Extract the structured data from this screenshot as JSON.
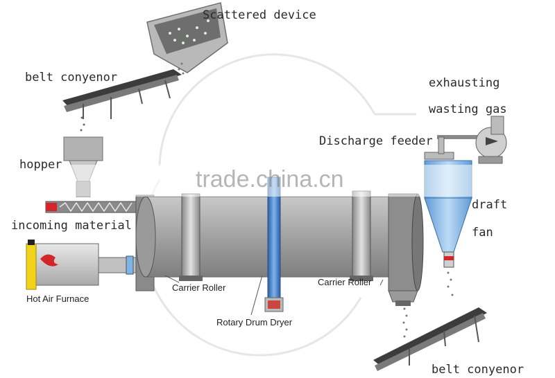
{
  "labels": {
    "scattered_device": "Scattered device",
    "belt_conveyor_top": "belt conyenor",
    "hopper": "hopper",
    "incoming_material": "incoming material",
    "hot_air_furnace": "Hot Air Furnace",
    "carrier_roller_left": "Carrier Roller",
    "rotary_drum_dryer": "Rotary Drum Dryer",
    "carrier_roller_right": "Carrier Roller",
    "discharge_feeder": "Discharge feeder",
    "exhausting": "exhausting",
    "wasting_gas": "wasting gas",
    "draft": "draft",
    "fan": "fan",
    "belt_conveyor_bottom": "belt conyenor"
  },
  "watermark": "trade.china.cn",
  "colors": {
    "drum": "#a9a9a9",
    "drum_dark": "#7d7d7d",
    "shaft": "#3e7ac4",
    "cyclone": "#7fb3e3",
    "furnace_yellow": "#f2d31b",
    "furnace_red": "#d2262b",
    "line": "#555555"
  }
}
